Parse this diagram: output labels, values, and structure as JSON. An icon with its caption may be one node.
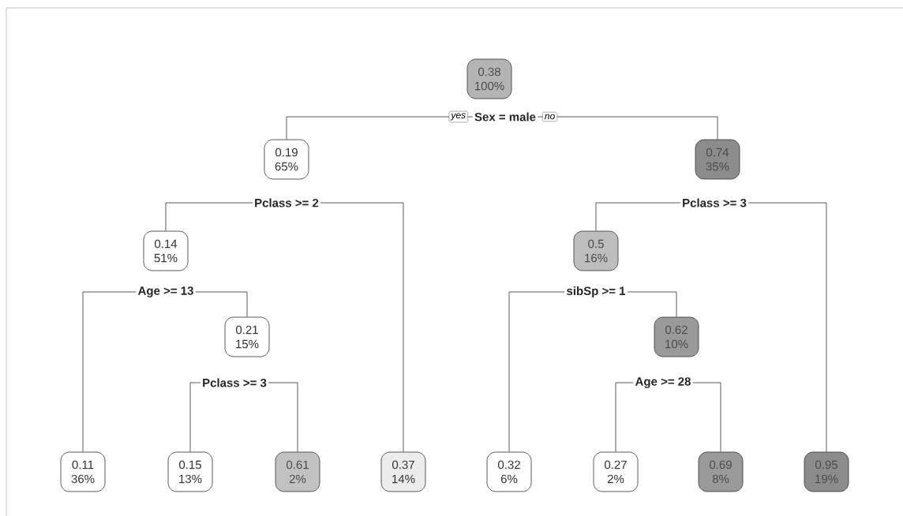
{
  "diagram": {
    "nodes": [
      {
        "text": [
          "0.38",
          "100%"
        ]
      },
      {
        "text": [
          "Sex = male"
        ]
      },
      {
        "text": [
          "0.19",
          "65%"
        ]
      },
      {
        "text": [
          "Pclass >= 2"
        ]
      },
      {
        "text": [
          "0.14",
          "51%"
        ]
      },
      {
        "text": [
          "Age >= 13"
        ]
      },
      {
        "text": [
          "0.11",
          "36%"
        ]
      },
      {
        "text": [
          "0.21",
          "15%"
        ]
      },
      {
        "text": [
          "Pclass >= 3"
        ]
      },
      {
        "text": [
          "0.15",
          "13%"
        ]
      },
      {
        "text": [
          "0.61",
          "2%"
        ]
      },
      {
        "text": [
          "0.37",
          "14%"
        ]
      },
      {
        "text": [
          "0.74",
          "35%"
        ]
      },
      {
        "text": [
          "Pclass >= 3"
        ]
      },
      {
        "text": [
          "0.5",
          "16%"
        ]
      },
      {
        "text": [
          "sibSp >= 1"
        ]
      },
      {
        "text": [
          "0.32",
          "6%"
        ]
      },
      {
        "text": [
          "0.62",
          "10%"
        ]
      },
      {
        "text": [
          "Age >= 28"
        ]
      },
      {
        "text": [
          "0.27",
          "2%"
        ]
      },
      {
        "text": [
          "0.69",
          "8%"
        ]
      },
      {
        "text": [
          "0.95",
          "19%"
        ]
      }
    ],
    "edges": [
      {
        "from": 1,
        "to": 2,
        "arrow": "none",
        "label": "yes"
      },
      {
        "from": 1,
        "to": 12,
        "arrow": "none",
        "label": "no"
      },
      {
        "from": 3,
        "to": 4,
        "arrow": "none"
      },
      {
        "from": 3,
        "to": 11,
        "arrow": "none"
      },
      {
        "from": 5,
        "to": 6,
        "arrow": "none"
      },
      {
        "from": 5,
        "to": 7,
        "arrow": "none"
      },
      {
        "from": 8,
        "to": 9,
        "arrow": "none"
      },
      {
        "from": 8,
        "to": 10,
        "arrow": "none"
      },
      {
        "from": 13,
        "to": 14,
        "arrow": "none"
      },
      {
        "from": 13,
        "to": 21,
        "arrow": "none"
      },
      {
        "from": 15,
        "to": 16,
        "arrow": "none"
      },
      {
        "from": 15,
        "to": 17,
        "arrow": "none"
      },
      {
        "from": 18,
        "to": 19,
        "arrow": "none"
      },
      {
        "from": 18,
        "to": 20,
        "arrow": "none"
      }
    ]
  }
}
